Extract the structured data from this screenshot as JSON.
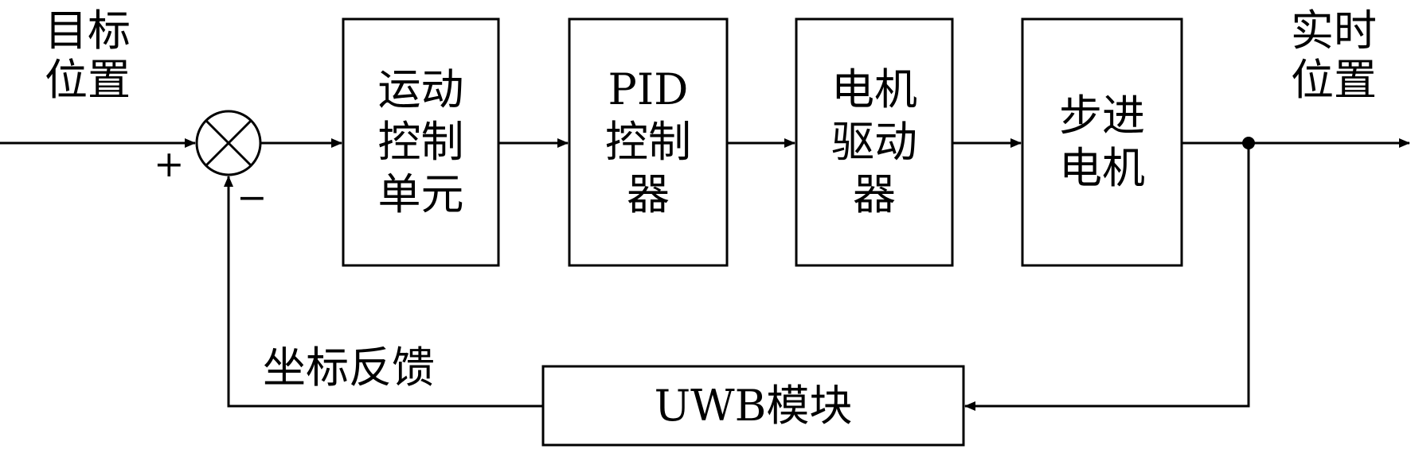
{
  "inputs": {
    "target_position": "目标\n位置",
    "realtime_position": "实时\n位置"
  },
  "blocks": {
    "motion_control_unit": "运动\n控制\n单元",
    "pid_controller": "PID\n控制\n器",
    "motor_driver": "电机\n驱动\n器",
    "stepper_motor": "步进\n电机",
    "uwb_module": "UWB模块"
  },
  "feedback": {
    "label": "坐标反馈"
  },
  "summing_junction": {
    "plus_sign": "+",
    "minus_sign": "−"
  }
}
